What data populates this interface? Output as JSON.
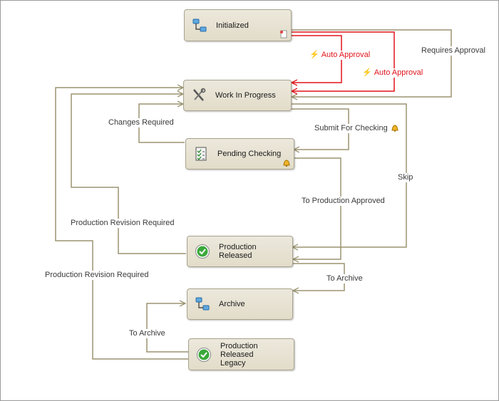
{
  "colors": {
    "edge": "#9b9470",
    "edge_red": "#e0141b",
    "node_fill": "#e6e1d0",
    "node_border": "#a9a48f"
  },
  "states": {
    "initialized": {
      "label": "Initialized",
      "icon": "workflow-icon"
    },
    "work_in_progress": {
      "label": "Work In Progress",
      "icon": "tools-icon"
    },
    "pending_checking": {
      "label": "Pending Checking",
      "icon": "checklist-icon"
    },
    "production_released": {
      "label": "Production Released",
      "icon": "checkmark-icon"
    },
    "archive": {
      "label": "Archive",
      "icon": "workflow-icon"
    },
    "production_released_legacy": {
      "label_line1": "Production Released",
      "label_line2": "Legacy",
      "icon": "checkmark-icon"
    }
  },
  "transitions": {
    "auto_approval_1": "Auto Approval",
    "auto_approval_2": "Auto Approval",
    "requires_approval": "Requires Approval",
    "changes_required": "Changes Required",
    "submit_for_checking": "Submit For Checking",
    "skip": "Skip",
    "to_production_approved": "To Production Approved",
    "production_revision_required_1": "Production Revision Required",
    "production_revision_required_2": "Production Revision Required",
    "to_archive_1": "To Archive",
    "to_archive_2": "To Archive"
  }
}
